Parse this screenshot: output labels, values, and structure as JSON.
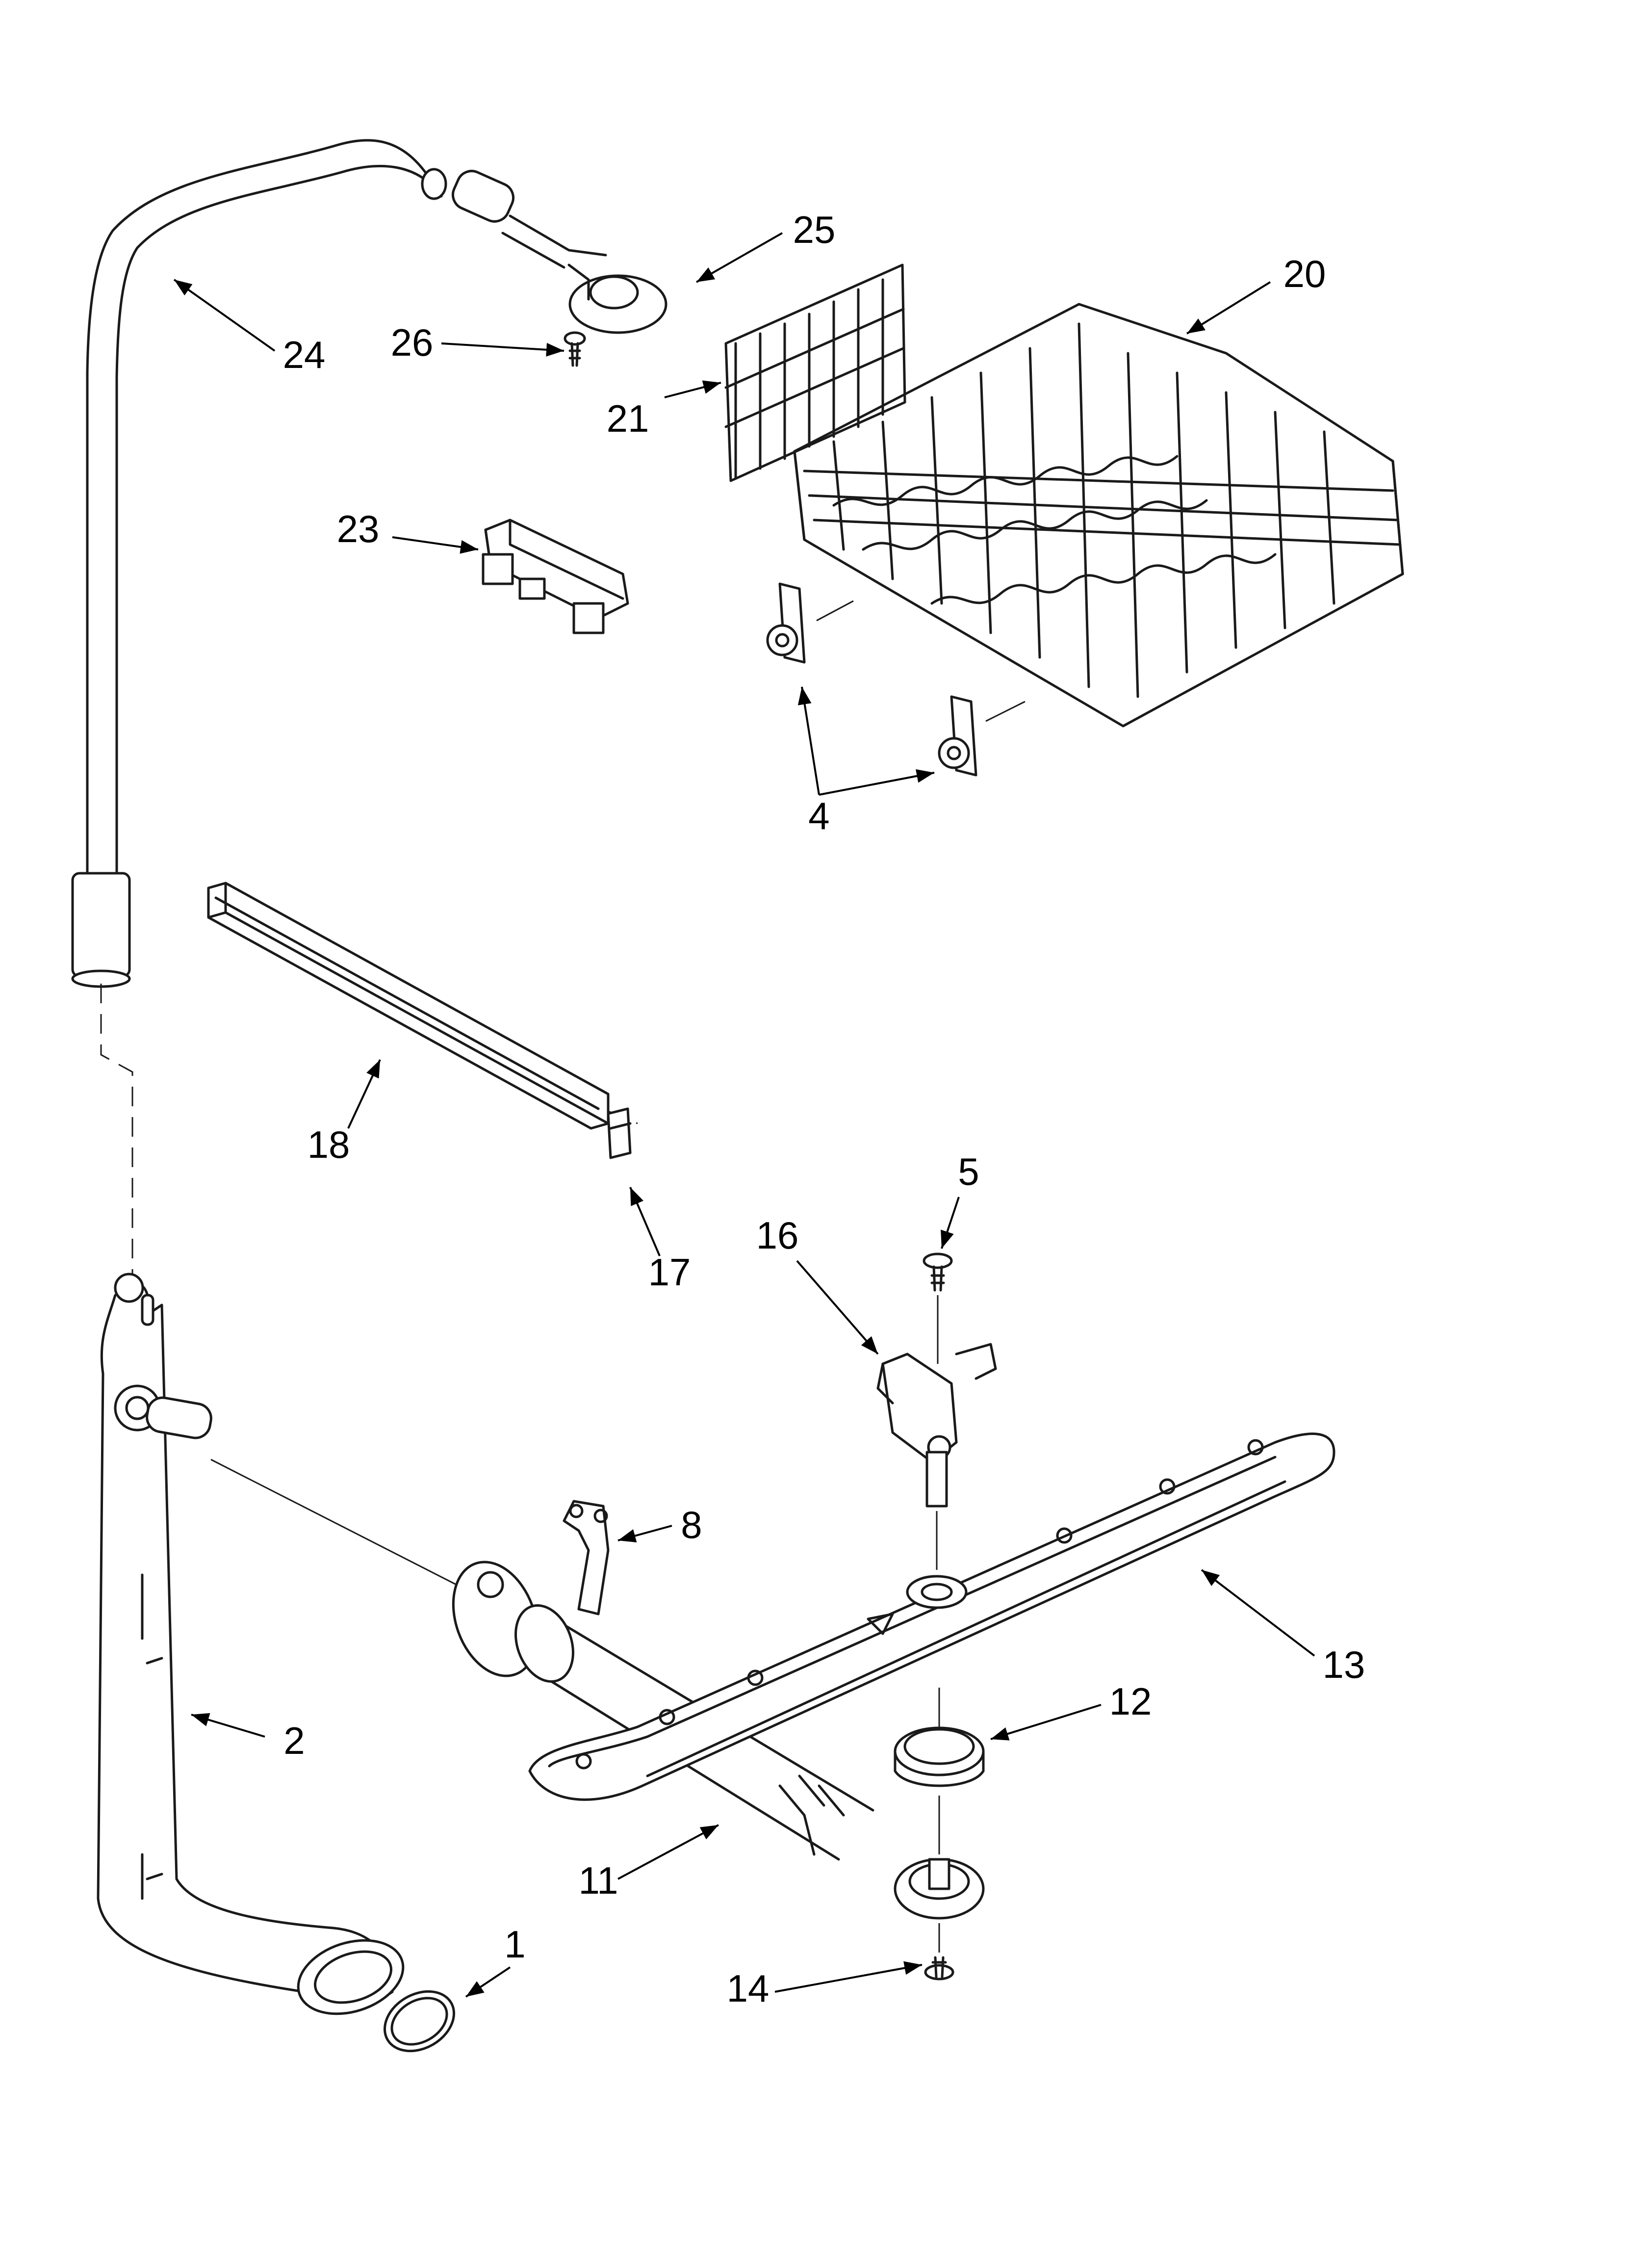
{
  "diagram": {
    "callouts": [
      "1",
      "2",
      "4",
      "5",
      "8",
      "11",
      "12",
      "13",
      "14",
      "16",
      "17",
      "18",
      "20",
      "21",
      "23",
      "24",
      "25",
      "26"
    ]
  }
}
